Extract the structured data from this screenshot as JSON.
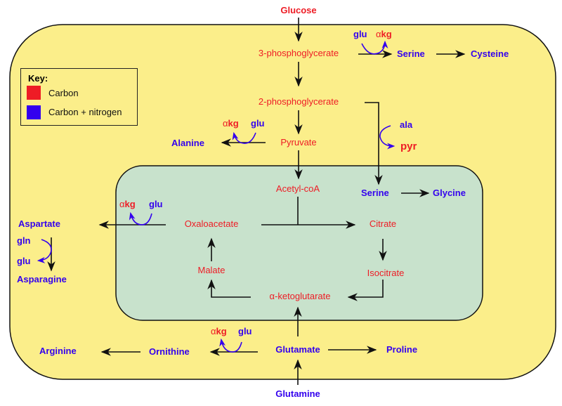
{
  "colors": {
    "carbon": "#ee1c25",
    "carbon_nitrogen": "#3300ee",
    "cytoplasm": "#fbee8a",
    "mitochondrion": "#c8e2cc"
  },
  "key": {
    "title": "Key:",
    "items": [
      {
        "label": "Carbon",
        "color": "#ee1c25"
      },
      {
        "label": "Carbon + nitrogen",
        "color": "#3300ee"
      }
    ]
  },
  "nodes": {
    "glucose": "Glucose",
    "pg3": "3-phosphoglycerate",
    "pg2": "2-phosphoglycerate",
    "pyruvate": "Pyruvate",
    "acetylcoa": "Acetyl-coA",
    "oxaloacetate": "Oxaloacetate",
    "citrate": "Citrate",
    "isocitrate": "Isocitrate",
    "akg_full": "α-ketoglutarate",
    "malate": "Malate",
    "serine_top": "Serine",
    "cysteine": "Cysteine",
    "alanine": "Alanine",
    "serine_mito": "Serine",
    "glycine": "Glycine",
    "aspartate": "Aspartate",
    "asparagine": "Asparagine",
    "glutamate": "Glutamate",
    "glutamine": "Glutamine",
    "ornithine": "Ornithine",
    "arginine": "Arginine",
    "proline": "Proline"
  },
  "cofactors": {
    "glu": "glu",
    "gln": "gln",
    "ala": "ala",
    "pyr": "pyr",
    "alpha": "α",
    "kg": "kg"
  }
}
